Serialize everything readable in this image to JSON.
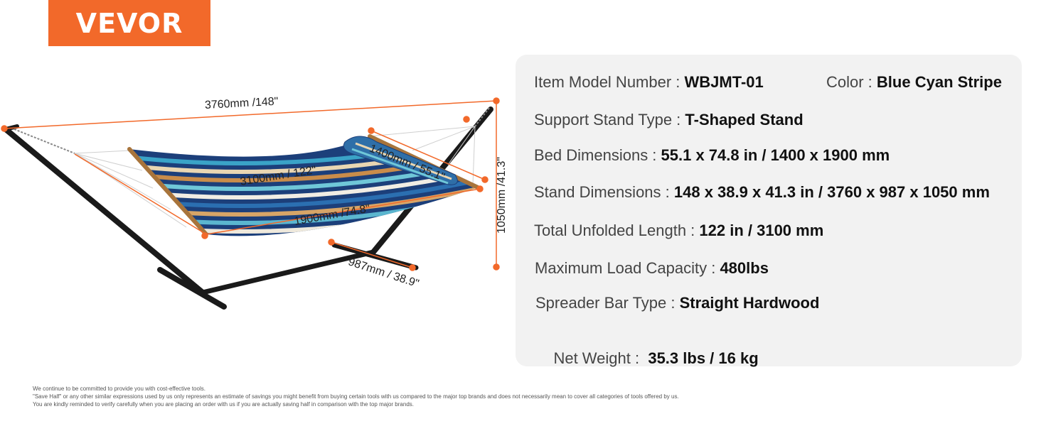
{
  "brand": {
    "logo_text": "VEVOR",
    "color": "#f2692a"
  },
  "dimensions": {
    "stand_length": "3760mm /148\"",
    "bed_length": "3100mm / 122\"",
    "bed_width": "1900mm /74.8\"",
    "pillow": "1400mm / 55.1\"",
    "height": "1050mm /41.3\"",
    "base_width": "987mm / 38.9\""
  },
  "specs": {
    "model": {
      "key": "Item Model Number : ",
      "value": "WBJMT-01"
    },
    "color": {
      "key": "Color : ",
      "value": "Blue Cyan Stripe"
    },
    "stand_type": {
      "key": "Support Stand Type : ",
      "value": "T-Shaped Stand"
    },
    "bed_dims": {
      "key": "Bed Dimensions : ",
      "value": "55.1 x 74.8 in / 1400 x 1900 mm"
    },
    "stand_dims": {
      "key": "Stand Dimensions : ",
      "value": "148 x 38.9 x 41.3 in / 3760 x 987 x 1050 mm"
    },
    "unfolded": {
      "key": "Total Unfolded Length : ",
      "value": "122 in / 3100 mm"
    },
    "load": {
      "key": "Maximum Load Capacity : ",
      "value": "480lbs"
    },
    "spreader": {
      "key": "Spreader Bar Type : ",
      "value": "Straight Hardwood"
    },
    "weight": {
      "key": "Net Weight : ",
      "value": " 35.3 lbs / 16 kg"
    }
  },
  "disclaimer": {
    "line1": "We continue to be committed to provide you with cost-effective tools.",
    "line2": "\"Save Half\" or any other similar expressions used by us only represents an estimate of savings you might benefit from buying certain tools with us compared to the major top brands and does not necessarily mean to cover all categories of tools offered by us.",
    "line3": "You are kindly reminded to verify carefully when you are placing an order with us if you are actually saving half in comparison with the top major brands."
  }
}
